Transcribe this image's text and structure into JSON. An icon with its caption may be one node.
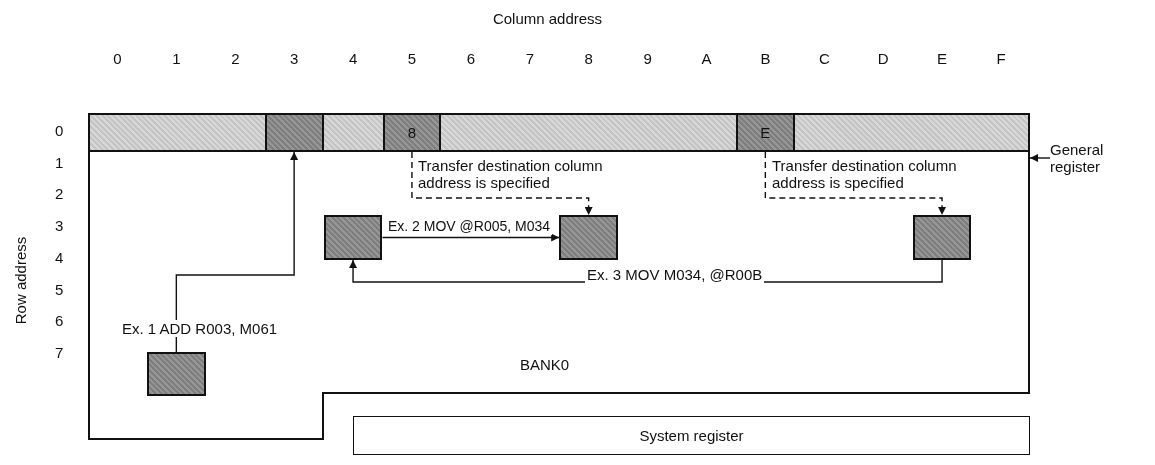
{
  "diagram": {
    "nodes": [
      {
        "text": [
          "BANK0"
        ]
      },
      {
        "text": [],
        "shape": "bar",
        "in": 0
      },
      {
        "text": [],
        "shape": "box",
        "in": 1
      },
      {
        "text": [
          "8"
        ],
        "in": 1
      },
      {
        "text": [
          "E"
        ],
        "in": 1
      },
      {
        "text": [],
        "shape": "box",
        "in": 0
      },
      {
        "text": [],
        "shape": "box",
        "in": 0
      },
      {
        "text": [],
        "shape": "box",
        "in": 0
      },
      {
        "text": [],
        "shape": "box",
        "in": 0
      },
      {
        "text": [
          "General register"
        ]
      },
      {
        "text": [
          "System register"
        ]
      }
    ],
    "edges": [
      {
        "from": 8,
        "to": 2,
        "arrow": "to",
        "label": "Ex. 1  ADD R003, M061"
      },
      {
        "from": 5,
        "to": 6,
        "arrow": "to",
        "label": "Ex. 2  MOV @R005, M034"
      },
      {
        "from": 3,
        "to": 6,
        "arrow": "to",
        "style": "dashed",
        "label": "Transfer destination column address is specified"
      },
      {
        "from": 7,
        "to": 5,
        "arrow": "to",
        "label": "Ex. 3  MOV M034, @R00B"
      },
      {
        "from": 4,
        "to": 7,
        "arrow": "to",
        "style": "dashed",
        "label": "Transfer destination column address is specified"
      },
      {
        "from": 9,
        "to": 1,
        "arrow": "to"
      }
    ],
    "labels": [
      "Column address",
      "0",
      "1",
      "2",
      "3",
      "4",
      "5",
      "6",
      "7",
      "8",
      "9",
      "A",
      "B",
      "C",
      "D",
      "E",
      "F",
      "Row address",
      "0",
      "1",
      "2",
      "3",
      "4",
      "5",
      "6",
      "7"
    ]
  }
}
